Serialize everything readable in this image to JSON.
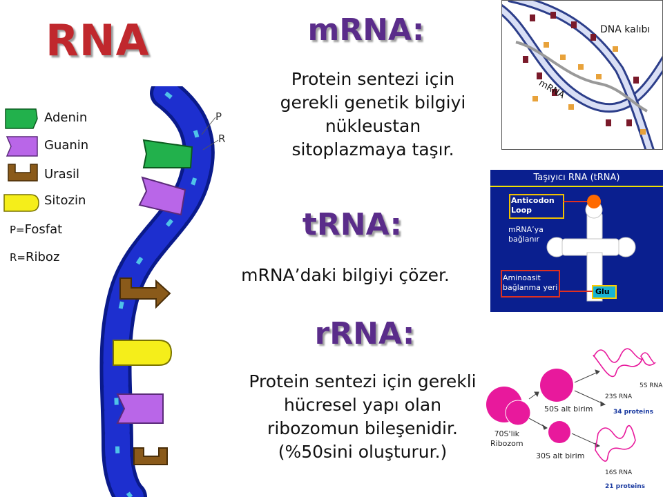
{
  "title": "RNA",
  "legend": {
    "items": [
      {
        "label": "Adenin",
        "color": "#22b14c"
      },
      {
        "label": "Guanin",
        "color": "#b966e8"
      },
      {
        "label": "Urasil",
        "color": "#8a5a1a"
      },
      {
        "label": "Sitozin",
        "color": "#f5ee1a"
      }
    ],
    "fosfat": {
      "symbol": "P=",
      "label": "Fosfat"
    },
    "riboz": {
      "symbol": "R=",
      "label": "Riboz"
    }
  },
  "strand_labels": {
    "p": "P",
    "r": "R"
  },
  "mrna": {
    "heading": "mRNA:",
    "lines": [
      "Protein sentezi için",
      "gerekli genetik bilgiyi",
      "nükleustan",
      "sitoplazmaya taşır."
    ],
    "image": {
      "dna_label": "DNA kalıbı",
      "mrna_label": "mRNA"
    }
  },
  "trna": {
    "heading": "tRNA:",
    "lines": [
      "mRNA’daki bilgiyi çözer."
    ],
    "image": {
      "title": "Taşıyıcı RNA (tRNA)",
      "anticodon_line1": "Anticodon",
      "anticodon_line2": "Loop",
      "binds_line1": "mRNA’ya",
      "binds_line2": "bağlanır",
      "amino_line1": "Aminoasit",
      "amino_line2": "bağlanma yeri",
      "glu": "Glu"
    }
  },
  "rrna": {
    "heading": "rRNA:",
    "lines": [
      "Protein sentezi için gerekli",
      "hücresel yapı olan",
      "ribozomun bileşenidir.",
      "(%50sini oluşturur.)"
    ],
    "image": {
      "ribosome_line1": "70S'lik",
      "ribosome_line2": "Ribozom",
      "s50": "50S alt birim",
      "s30": "30S alt birim",
      "rna23": "23S RNA",
      "rna5": "5S RNA",
      "proteins34": "34 proteins",
      "rna16": "16S RNA",
      "proteins21": "21 proteins"
    }
  },
  "colors": {
    "title": "#c0282d",
    "heading": "#5a2c8a",
    "backbone": "#1d2fcf",
    "backbone_dark": "#0a1a8a",
    "link": "#4fc3e8",
    "trna_bg": "#0a1f8f",
    "ribosome_pink": "#e8199c"
  }
}
